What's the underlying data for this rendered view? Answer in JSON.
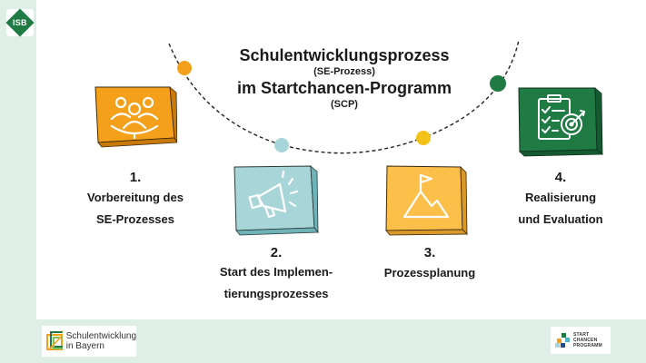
{
  "logo": {
    "isb": "ISB"
  },
  "title": {
    "line1": "Schulentwicklungsprozess",
    "line2": "(SE-Prozess)",
    "line3": "im Startchancen-Programm",
    "line4": "(SCP)"
  },
  "steps": [
    {
      "number": "1.",
      "label_line1": "Vorbereitung des",
      "label_line2": "SE-Prozesses",
      "icon": "team-icon",
      "color": "#f5a01a"
    },
    {
      "number": "2.",
      "label_line1": "Start des Implemen-",
      "label_line2": "tierungsprozesses",
      "icon": "megaphone-icon",
      "color": "#a8d5d8"
    },
    {
      "number": "3.",
      "label_line1": "Prozessplanung",
      "icon": "mountain-flag-icon",
      "color": "#fbbf4a"
    },
    {
      "number": "4.",
      "label_line1": "Realisierung",
      "label_line2": "und Evaluation",
      "icon": "clipboard-target-icon",
      "color": "#1f7a43"
    }
  ],
  "footer": {
    "left_logo_line1": "Schulentwicklung",
    "left_logo_line2": "in Bayern",
    "right_logo_line1": "START",
    "right_logo_line2": "CHANCEN",
    "right_logo_line3": "PROGRAMM"
  }
}
